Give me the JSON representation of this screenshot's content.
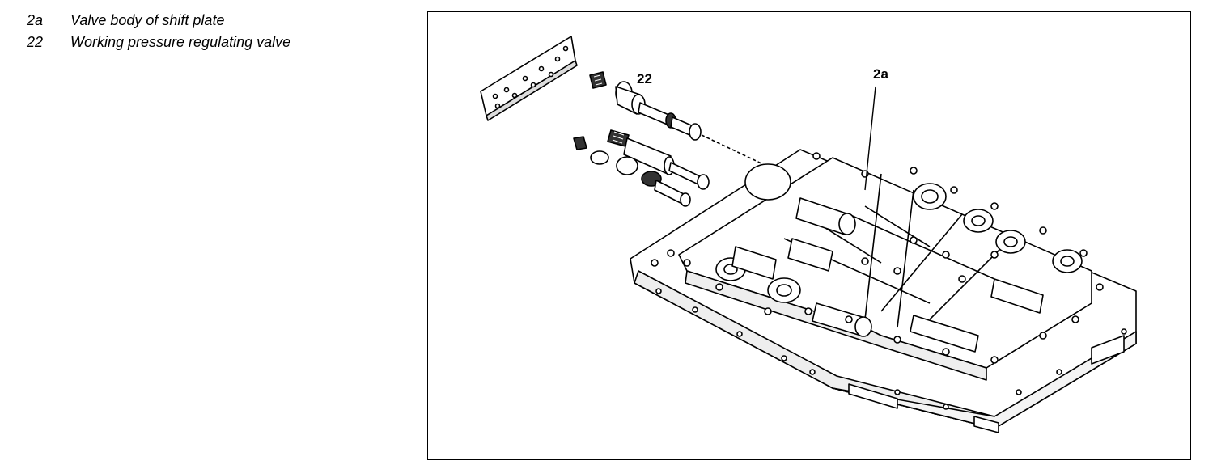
{
  "legend": [
    {
      "code": "2a",
      "description": "Valve body of shift plate"
    },
    {
      "code": "22",
      "description": "Working pressure regulating valve"
    }
  ],
  "callouts": {
    "valve_body": "2a",
    "regulating_valve": "22"
  }
}
